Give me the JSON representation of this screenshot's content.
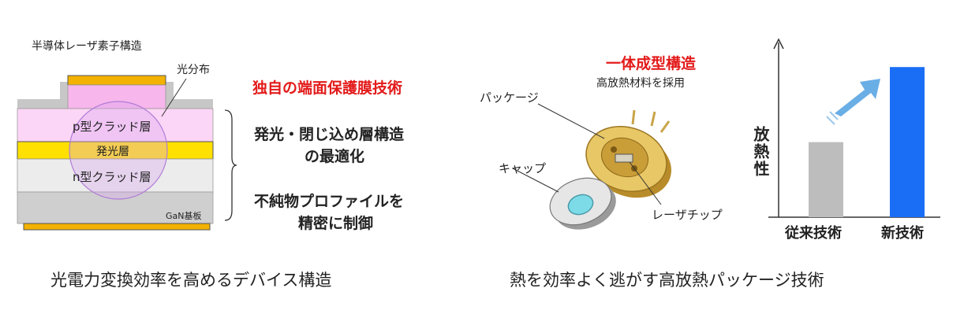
{
  "left": {
    "structure_title": "半導体レーザ素子構造",
    "light_label": "光分布",
    "layer_p": "p型クラッド層",
    "layer_active": "発光層",
    "layer_n": "n型クラッド層",
    "layer_substrate": "GaN基板",
    "feature_red": "独自の端面保護膜技術",
    "feature_2_line1": "発光・閉じ込め層構造",
    "feature_2_line2": "の最適化",
    "feature_3_line1": "不純物プロファイルを",
    "feature_3_line2": "精密に制御",
    "caption": "光電力変換効率を高めるデバイス構造"
  },
  "right": {
    "headline_red": "一体成型構造",
    "headline_sub": "高放熱材料を採用",
    "label_package": "パッケージ",
    "label_cap": "キャップ",
    "label_chip": "レーザチップ",
    "caption": "熱を効率よく逃がす高放熱パッケージ技術"
  },
  "chart_data": {
    "type": "bar",
    "categories": [
      "従来技術",
      "新技術"
    ],
    "values": [
      45,
      90
    ],
    "ylabel": "放熱性",
    "ylim": [
      0,
      100
    ],
    "colors": [
      "#bdbdbd",
      "#1a6ef5"
    ],
    "arrow_color": "#6aaee6"
  }
}
